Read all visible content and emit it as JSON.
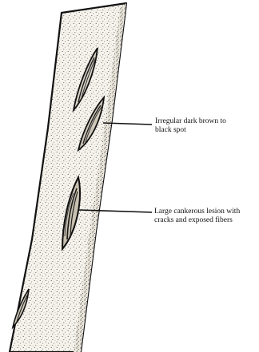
{
  "callouts": [
    {
      "id": "dark-spot",
      "lines": [
        "Irregular dark brown to",
        "black spot"
      ]
    },
    {
      "id": "cankerous-lesion",
      "lines": [
        "Large cankerous lesion with",
        "cracks and exposed fibers"
      ]
    }
  ],
  "colors": {
    "ink": "#111111",
    "stem_fill": "#f4f1ea",
    "lesion": "#2a2a2a"
  }
}
